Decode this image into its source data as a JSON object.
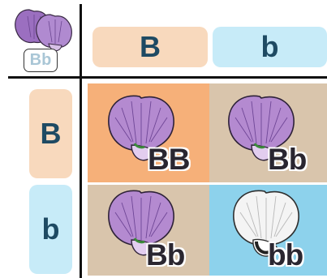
{
  "parent": {
    "genotype": "Bb"
  },
  "top_alleles": [
    "B",
    "b"
  ],
  "side_alleles": [
    "B",
    "b"
  ],
  "cells": [
    {
      "genotype": "BB",
      "flower": "purple"
    },
    {
      "genotype": "Bb",
      "flower": "purple"
    },
    {
      "genotype": "Bb",
      "flower": "purple"
    },
    {
      "genotype": "bb",
      "flower": "white"
    }
  ],
  "colors": {
    "allele_B": "#f8d9bd",
    "allele_b": "#c7ebf8",
    "cell_BB": "#f6b079",
    "cell_Bb": "#d9c5ac",
    "cell_bb": "#8dd2ec",
    "purple_petal": "#b48ad0",
    "white_petal": "#f4f4f4",
    "text": "#1e4a63"
  }
}
